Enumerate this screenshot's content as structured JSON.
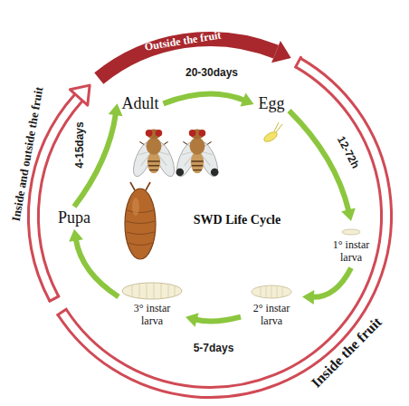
{
  "diagram": {
    "nodes": [
      {
        "text": [
          "Adult"
        ]
      },
      {
        "text": [
          "Egg"
        ]
      },
      {
        "text": [
          "1° instar larva"
        ]
      },
      {
        "text": [
          "2° instar larva"
        ]
      },
      {
        "text": [
          "3° instar larva"
        ]
      },
      {
        "text": [
          "Pupa"
        ]
      }
    ],
    "edges": [
      {
        "from": 0,
        "to": 1,
        "arrow": "to",
        "label": "20-30days"
      },
      {
        "from": 1,
        "to": 2,
        "arrow": "to",
        "label": "12-72h"
      },
      {
        "from": 2,
        "to": 3,
        "arrow": "to"
      },
      {
        "from": 3,
        "to": 4,
        "arrow": "to",
        "label": "5-7days"
      },
      {
        "from": 4,
        "to": 5,
        "arrow": "to"
      },
      {
        "from": 5,
        "to": 0,
        "arrow": "to",
        "label": "4-15days"
      }
    ],
    "labels": [
      "SWD Life Cycle",
      "Outside the fruit",
      "Inside the fruit",
      "Inside and outside the fruit"
    ]
  }
}
